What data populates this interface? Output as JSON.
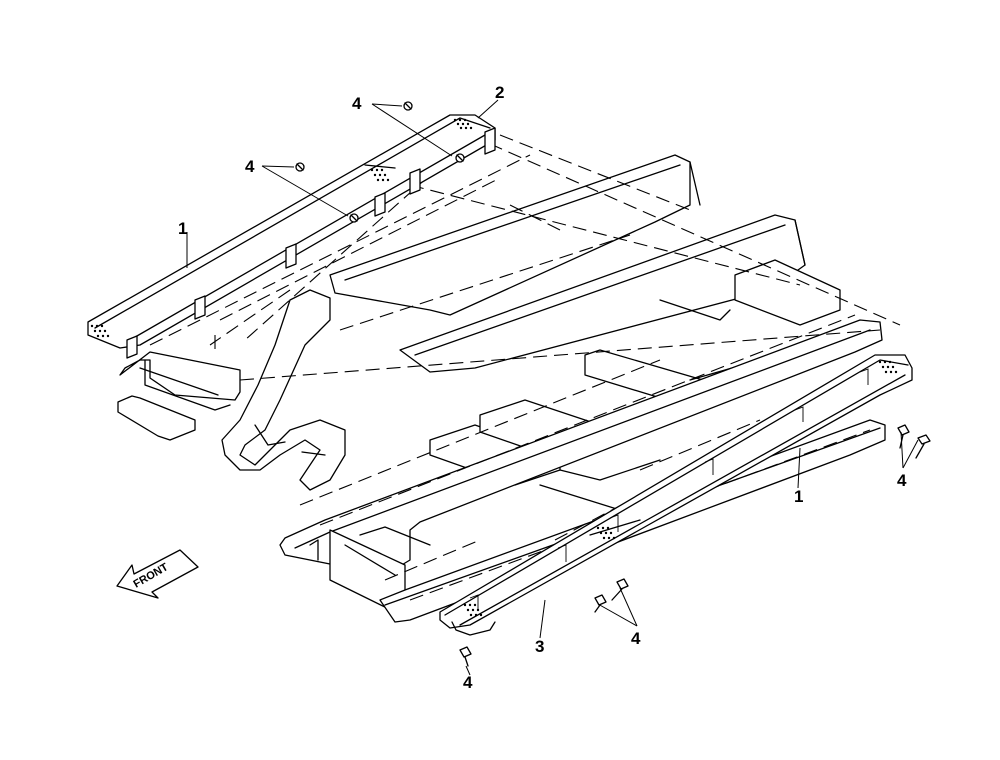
{
  "labels": {
    "callout_1_left": "1",
    "callout_1_right": "1",
    "callout_2": "2",
    "callout_3": "3",
    "callout_4_top": "4",
    "callout_4_mid": "4",
    "callout_4_right": "4",
    "callout_4_bottom_mid": "4",
    "callout_4_bottom_left": "4"
  },
  "front_arrow": {
    "text": "FRONT"
  }
}
